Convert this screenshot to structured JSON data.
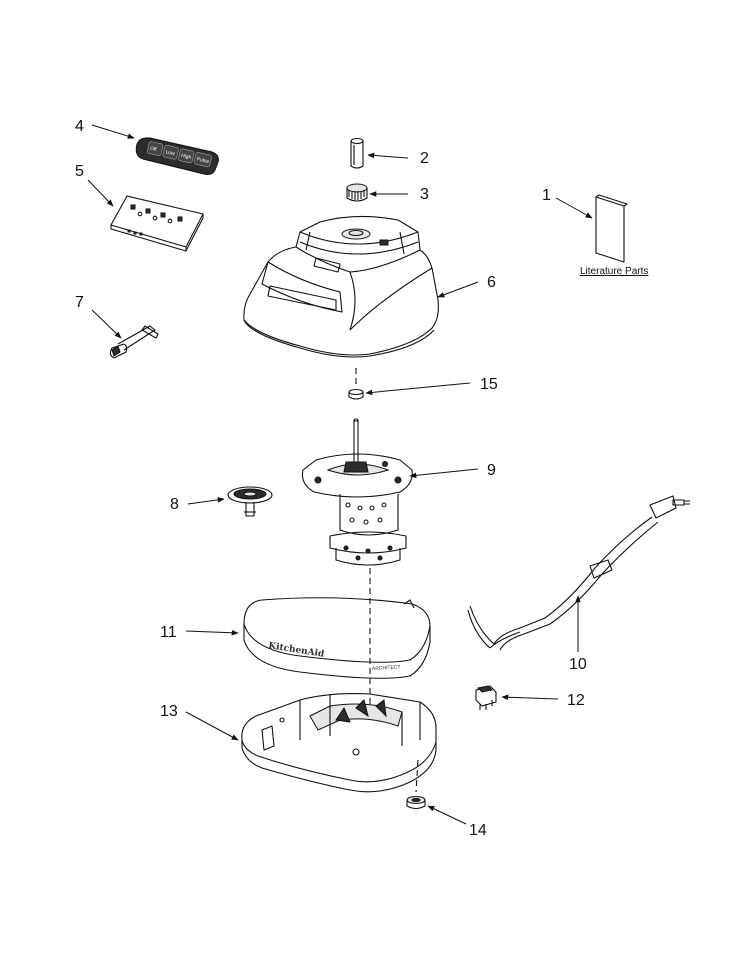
{
  "callouts": [
    {
      "id": "1",
      "label": "1"
    },
    {
      "id": "2",
      "label": "2"
    },
    {
      "id": "3",
      "label": "3"
    },
    {
      "id": "4",
      "label": "4"
    },
    {
      "id": "5",
      "label": "5"
    },
    {
      "id": "6",
      "label": "6"
    },
    {
      "id": "7",
      "label": "7"
    },
    {
      "id": "8",
      "label": "8"
    },
    {
      "id": "9",
      "label": "9"
    },
    {
      "id": "10",
      "label": "10"
    },
    {
      "id": "11",
      "label": "11"
    },
    {
      "id": "12",
      "label": "12"
    },
    {
      "id": "13",
      "label": "13"
    },
    {
      "id": "14",
      "label": "14"
    },
    {
      "id": "15",
      "label": "15"
    }
  ],
  "literature_label": "Literature Parts",
  "control_panel_buttons": [
    "Off",
    "Low",
    "High",
    "Pulse"
  ],
  "band_brand": "KitchenAid",
  "band_model": "ARCHITECT"
}
